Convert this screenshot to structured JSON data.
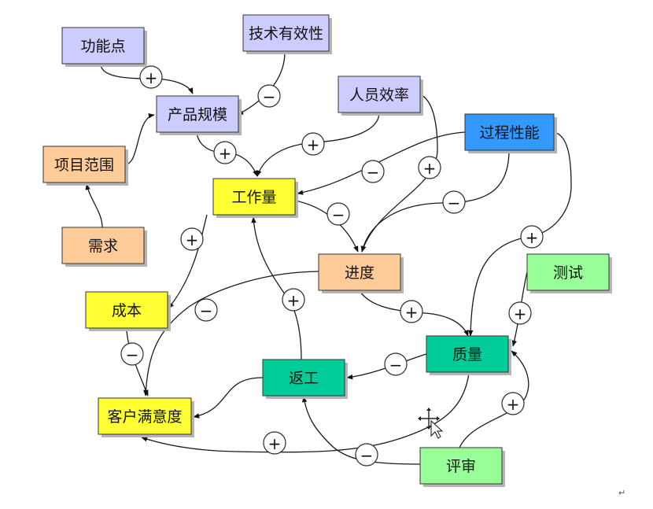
{
  "colors": {
    "purple": "#ccccff",
    "peach": "#ffcc99",
    "yellow": "#ffff33",
    "blue": "#3399ff",
    "teal": "#00cc99",
    "green": "#99ff99"
  },
  "nodes": [
    {
      "id": "function-points",
      "label": "功能点",
      "color": "purple"
    },
    {
      "id": "tech-effectiveness",
      "label": "技术有效性",
      "color": "purple"
    },
    {
      "id": "product-size",
      "label": "产品规模",
      "color": "purple"
    },
    {
      "id": "staff-efficiency",
      "label": "人员效率",
      "color": "purple"
    },
    {
      "id": "project-scope",
      "label": "项目范围",
      "color": "peach"
    },
    {
      "id": "process-performance",
      "label": "过程性能",
      "color": "blue"
    },
    {
      "id": "workload",
      "label": "工作量",
      "color": "yellow"
    },
    {
      "id": "requirements",
      "label": "需求",
      "color": "peach"
    },
    {
      "id": "schedule",
      "label": "进度",
      "color": "peach"
    },
    {
      "id": "testing",
      "label": "测试",
      "color": "green"
    },
    {
      "id": "cost",
      "label": "成本",
      "color": "yellow"
    },
    {
      "id": "quality",
      "label": "质量",
      "color": "teal"
    },
    {
      "id": "rework",
      "label": "返工",
      "color": "teal"
    },
    {
      "id": "customer-satisfaction",
      "label": "客户满意度",
      "color": "yellow"
    },
    {
      "id": "review",
      "label": "评审",
      "color": "green"
    }
  ],
  "edges": [
    {
      "from": "function-points",
      "to": "product-size",
      "sign": "+"
    },
    {
      "from": "tech-effectiveness",
      "to": "product-size",
      "sign": "−"
    },
    {
      "from": "project-scope",
      "to": "product-size",
      "sign": ""
    },
    {
      "from": "requirements",
      "to": "project-scope",
      "sign": ""
    },
    {
      "from": "product-size",
      "to": "workload",
      "sign": "+"
    },
    {
      "from": "staff-efficiency",
      "to": "workload",
      "sign": "+"
    },
    {
      "from": "process-performance",
      "to": "workload",
      "sign": "−"
    },
    {
      "from": "staff-efficiency",
      "to": "schedule",
      "sign": "+"
    },
    {
      "from": "process-performance",
      "to": "schedule",
      "sign": "−"
    },
    {
      "from": "workload",
      "to": "schedule",
      "sign": "−"
    },
    {
      "from": "process-performance",
      "to": "quality",
      "sign": "+"
    },
    {
      "from": "workload",
      "to": "cost",
      "sign": "+"
    },
    {
      "from": "schedule",
      "to": "quality",
      "sign": "+"
    },
    {
      "from": "schedule",
      "to": "customer-satisfaction",
      "sign": "−"
    },
    {
      "from": "cost",
      "to": "customer-satisfaction",
      "sign": "−"
    },
    {
      "from": "rework",
      "to": "workload",
      "sign": "+"
    },
    {
      "from": "quality",
      "to": "rework",
      "sign": "−"
    },
    {
      "from": "rework",
      "to": "customer-satisfaction",
      "sign": ""
    },
    {
      "from": "testing",
      "to": "quality",
      "sign": "+"
    },
    {
      "from": "review",
      "to": "quality",
      "sign": "+"
    },
    {
      "from": "review",
      "to": "rework",
      "sign": "−"
    },
    {
      "from": "quality",
      "to": "customer-satisfaction",
      "sign": "+"
    }
  ]
}
